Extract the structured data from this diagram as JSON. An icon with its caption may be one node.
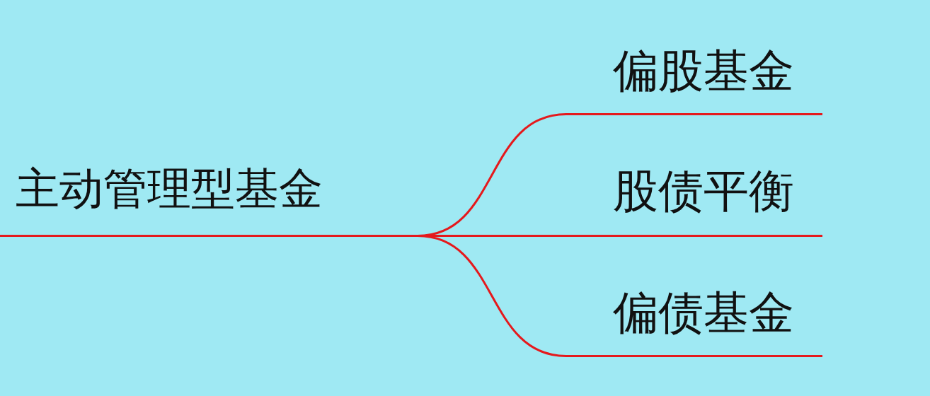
{
  "diagram": {
    "nodes": [
      {
        "text": [
          "主动管理型基金"
        ]
      },
      {
        "text": [
          "偏股基金"
        ]
      },
      {
        "text": [
          "股债平衡"
        ]
      },
      {
        "text": [
          "偏债基金"
        ]
      }
    ],
    "edges": [
      {
        "from": 0,
        "to": 1,
        "arrow": "none"
      },
      {
        "from": 0,
        "to": 2,
        "arrow": "none"
      },
      {
        "from": 0,
        "to": 3,
        "arrow": "none"
      }
    ]
  }
}
